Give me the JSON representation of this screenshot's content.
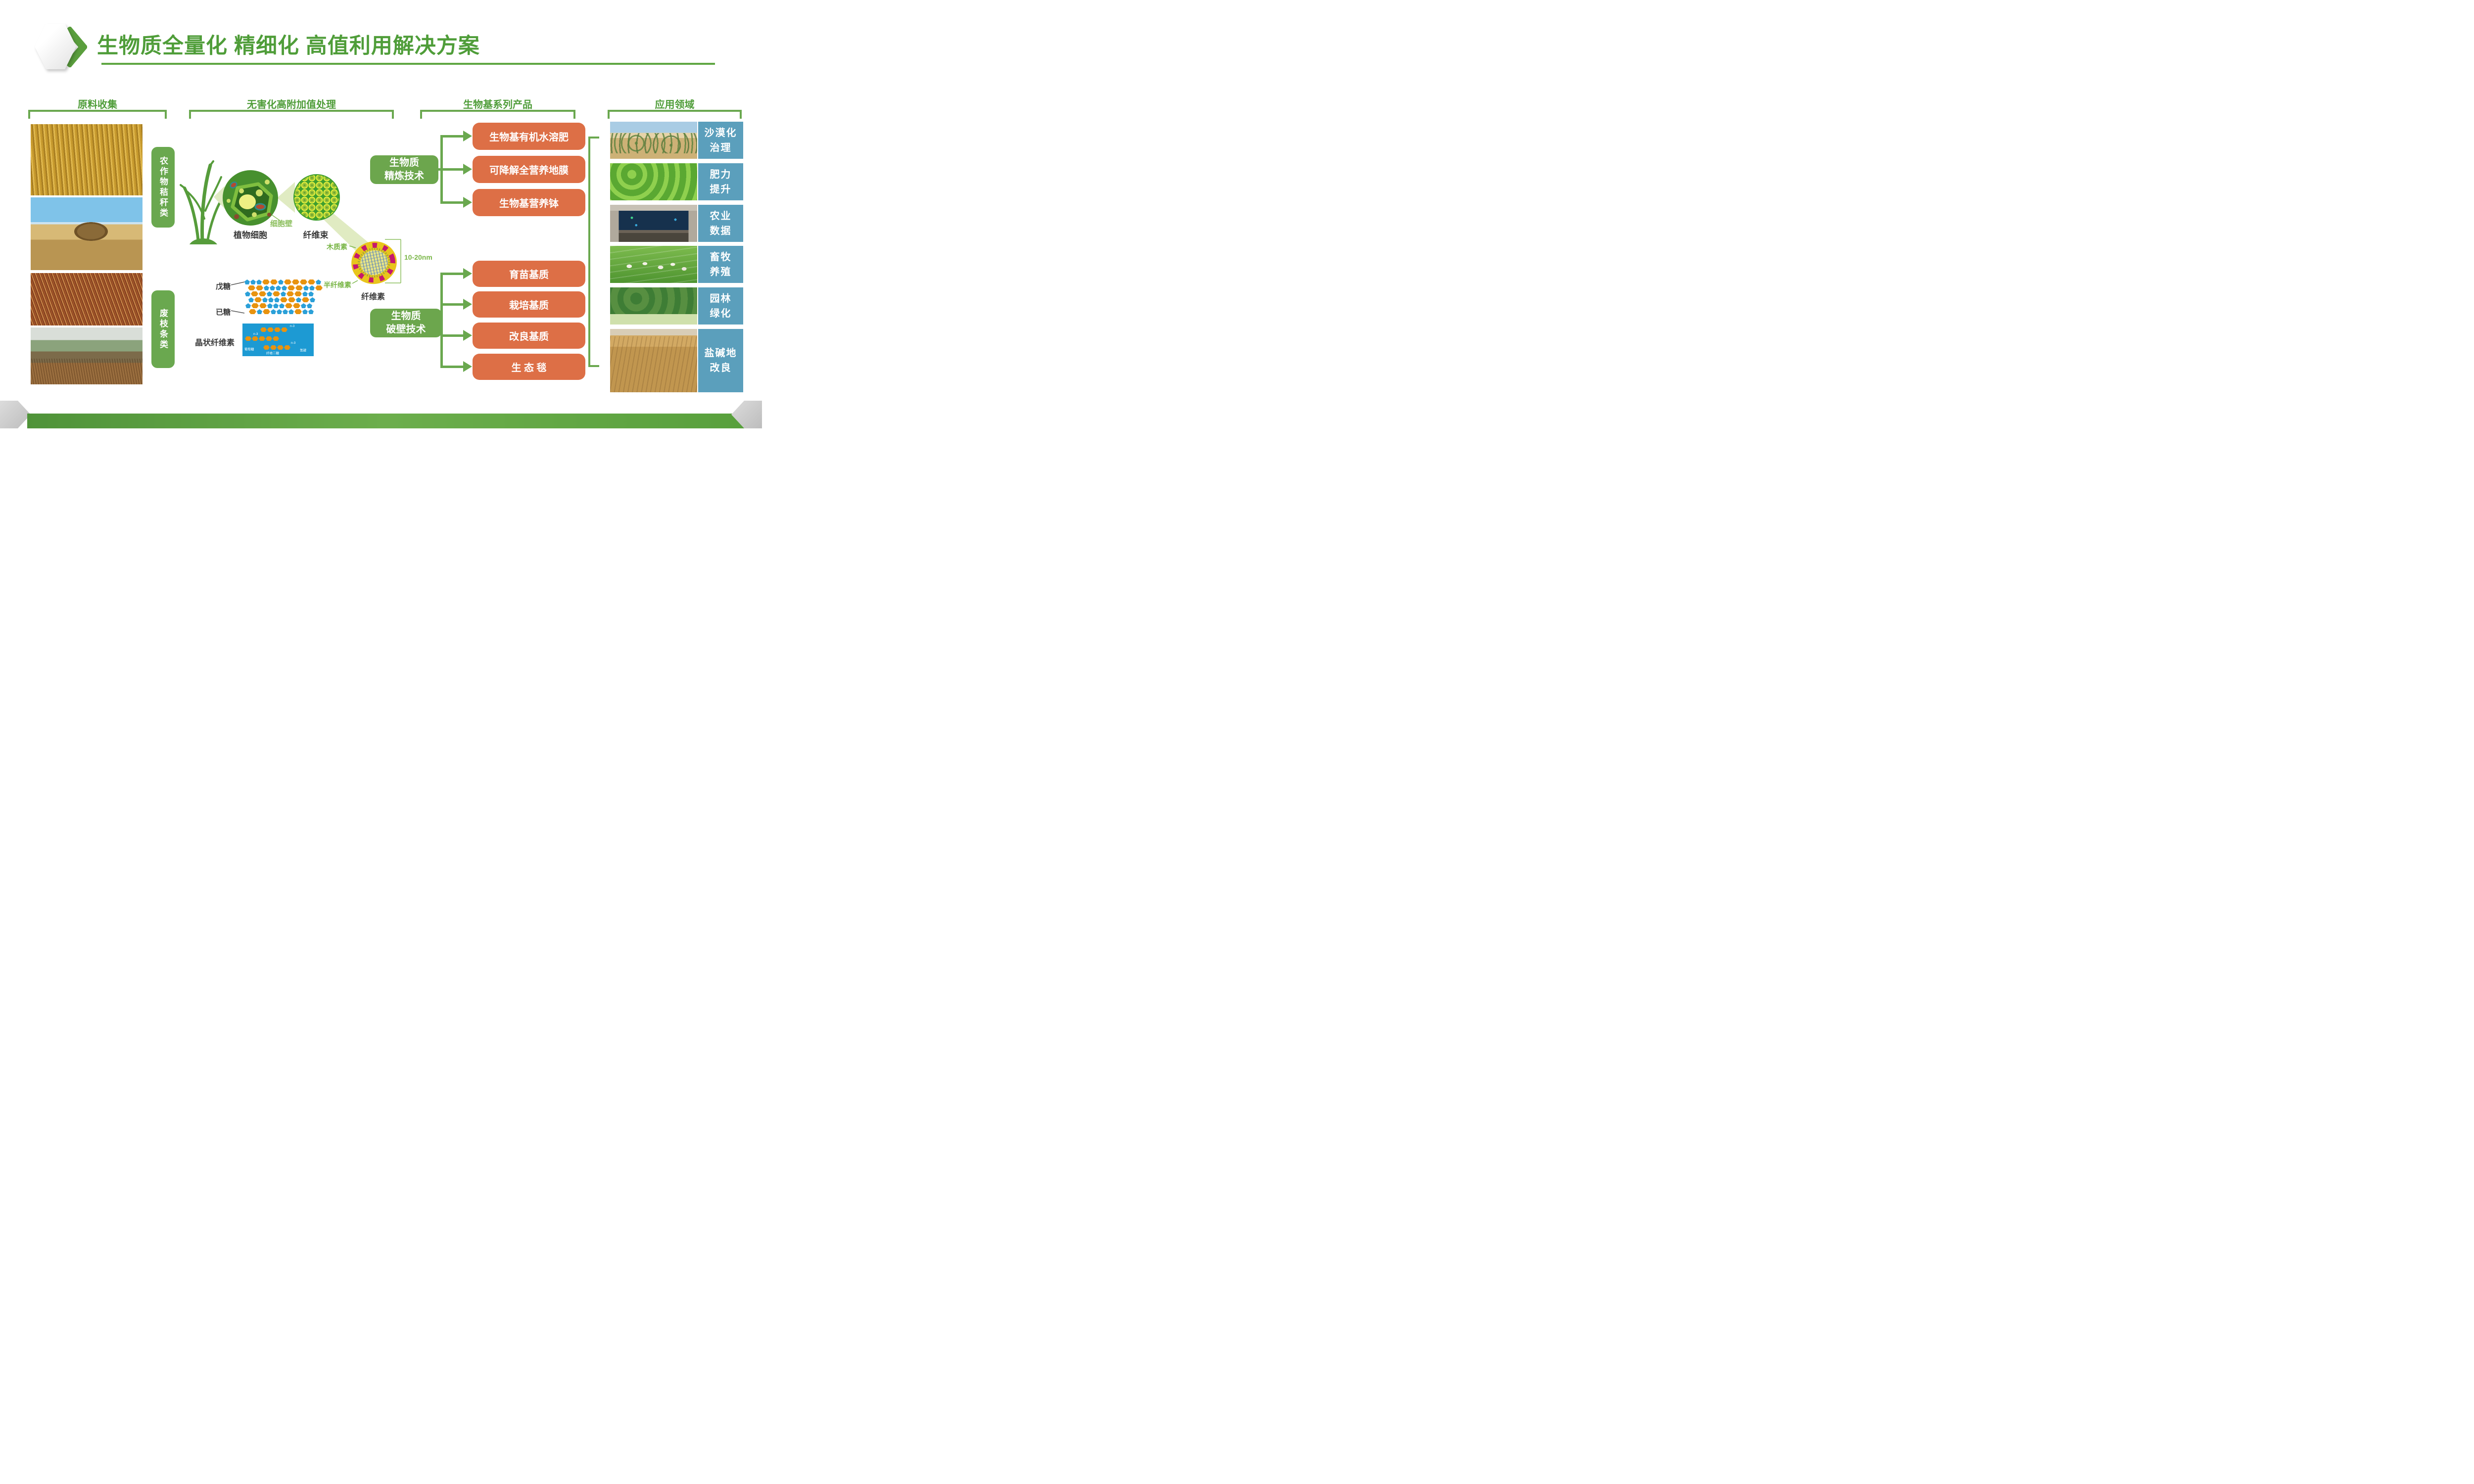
{
  "slide": {
    "title": "生物质全量化 精细化 高值利用解决方案",
    "columns": [
      {
        "header": "原料收集"
      },
      {
        "header": "无害化高附加值处理"
      },
      {
        "header": "生物基系列产品"
      },
      {
        "header": "应用领域"
      }
    ]
  },
  "materials": {
    "groups": [
      {
        "label": "农作物秸秆类",
        "photos": [
          "corn-straw-field",
          "straw-bale-field"
        ]
      },
      {
        "label": "废枝条类",
        "photos": [
          "dry-branches",
          "orchard-pruning"
        ]
      }
    ]
  },
  "process": {
    "plant_cell_label": "植物细胞",
    "cell_wall_label": "细胞壁",
    "fiber_bundle_label": "纤维束",
    "fiber_section": {
      "lignin": "木质素",
      "hemicellulose": "半纤维素",
      "cellulose": "纤维素",
      "diameter": "10-20nm"
    },
    "sugars": {
      "pentose": "戊糖",
      "hexose": "已糖",
      "crystalline": "晶状纤维素",
      "rows": [
        "PPPHHPHHHHP",
        "HHPPPPHHPPH",
        "PHHPHPHHPP",
        "PHPPPHHPHP",
        "PHHPPPHHPP",
        "HPHPPPPHPP"
      ],
      "panel_annotations": {
        "glucose": "葡萄糖",
        "cellobiose": "纤维二糖",
        "hydrogen_bond": "氢键",
        "n3": "n-3"
      }
    }
  },
  "technologies": [
    {
      "label_lines": [
        "生物质",
        "精炼技术"
      ]
    },
    {
      "label_lines": [
        "生物质",
        "破壁技术"
      ]
    }
  ],
  "products": {
    "refining": [
      "生物基有机水溶肥",
      "可降解全营养地膜",
      "生物基营养钵"
    ],
    "wall_breaking": [
      "育苗基质",
      "栽培基质",
      "改良基质",
      "生 态 毯"
    ]
  },
  "applications": [
    {
      "label_lines": [
        "沙漠化",
        "治理"
      ],
      "photo": "desert-restoration"
    },
    {
      "label_lines": [
        "肥力",
        "提升"
      ],
      "photo": "lettuce-field"
    },
    {
      "label_lines": [
        "农业",
        "数据"
      ],
      "photo": "control-room"
    },
    {
      "label_lines": [
        "畜牧",
        "养殖"
      ],
      "photo": "sheep-pasture"
    },
    {
      "label_lines": [
        "园林",
        "绿化"
      ],
      "photo": "park-trees"
    },
    {
      "label_lines": [
        "盐碱地",
        "改良"
      ],
      "photo": "saline-alkali-soil"
    }
  ],
  "colors": {
    "title_green": "#4f9d39",
    "diagram_green": "#6aa84f",
    "tech_box_green": "#6CA64D",
    "product_orange": "#DD6F46",
    "application_blue": "#5B9FBC",
    "light_green_label": "#7ab648",
    "pentose_blue": "#2ba0d8",
    "hexose_orange": "#e8930f",
    "panel_blue": "#1d9ad3"
  }
}
